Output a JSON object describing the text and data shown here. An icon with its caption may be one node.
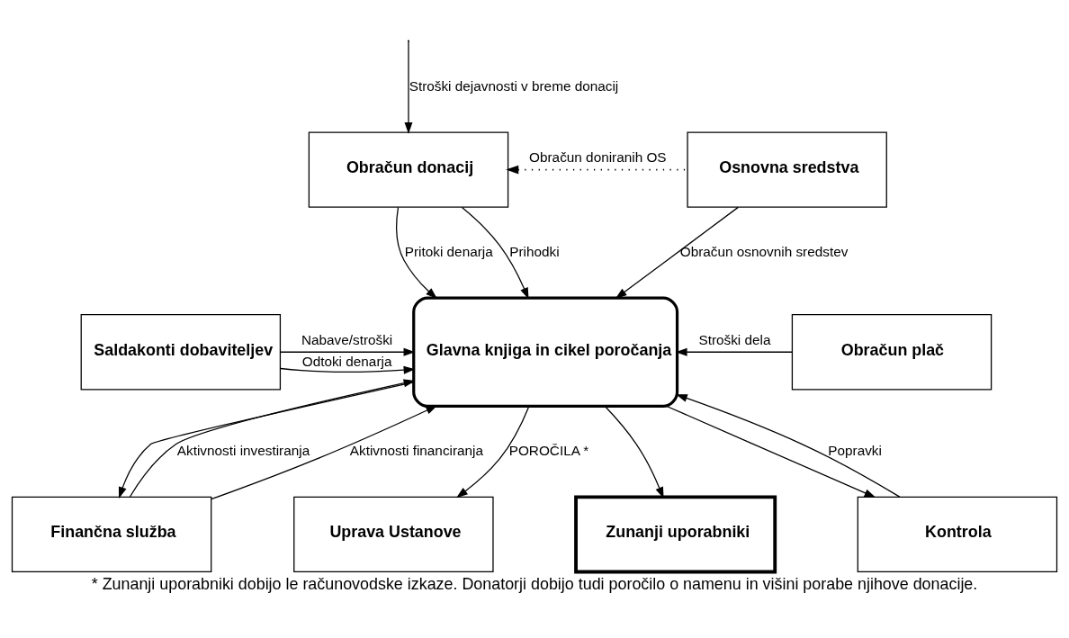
{
  "diagram": {
    "caption": "* Zunanji uporabniki dobijo le računovodske izkaze. Donatorji dobijo tudi poročilo o namenu in višini porabe njihove donacije.",
    "nodes": [
      {
        "text": [
          "Obračun donacij"
        ]
      },
      {
        "text": [
          "Osnovna sredstva"
        ]
      },
      {
        "text": [
          "Saldakonti dobaviteljev"
        ]
      },
      {
        "text": [
          "Glavna knjiga in cikel poročanja"
        ]
      },
      {
        "text": [
          "Obračun plač"
        ]
      },
      {
        "text": [
          "Finančna služba"
        ]
      },
      {
        "text": [
          "Uprava Ustanove"
        ]
      },
      {
        "text": [
          "Zunanji uporabniki"
        ]
      },
      {
        "text": [
          "Kontrola"
        ]
      }
    ],
    "edges": [
      {
        "from": 1,
        "to": 0,
        "arrow": "to",
        "label": "Obračun doniranih OS",
        "style": "dashed"
      },
      {
        "from": 0,
        "to": 3,
        "arrow": "to",
        "label": "Pritoki denarja"
      },
      {
        "from": 0,
        "to": 3,
        "arrow": "to",
        "label": "Prihodki"
      },
      {
        "from": null,
        "to": 0,
        "arrow": "to",
        "label": "Stroški dejavnosti v breme donacij"
      },
      {
        "from": 1,
        "to": 3,
        "arrow": "to",
        "label": "Obračun osnovnih sredstev"
      },
      {
        "from": 2,
        "to": 3,
        "arrow": "to",
        "label": "Nabave/stroški"
      },
      {
        "from": 2,
        "to": 3,
        "arrow": "to",
        "label": "Odtoki denarja"
      },
      {
        "from": 4,
        "to": 3,
        "arrow": "to",
        "label": "Stroški dela"
      },
      {
        "from": 5,
        "to": 3,
        "arrow": "to",
        "label": "Aktivnosti investiranja"
      },
      {
        "from": 5,
        "to": 3,
        "arrow": "to",
        "label": "Aktivnosti financiranja"
      },
      {
        "from": 3,
        "to": 5,
        "arrow": "to"
      },
      {
        "from": 3,
        "to": 6,
        "arrow": "to",
        "label": "POROČILA *"
      },
      {
        "from": 3,
        "to": 7,
        "arrow": "to"
      },
      {
        "from": 3,
        "to": 8,
        "arrow": "to"
      },
      {
        "from": 8,
        "to": 3,
        "arrow": "to",
        "label": "Popravki"
      }
    ]
  }
}
